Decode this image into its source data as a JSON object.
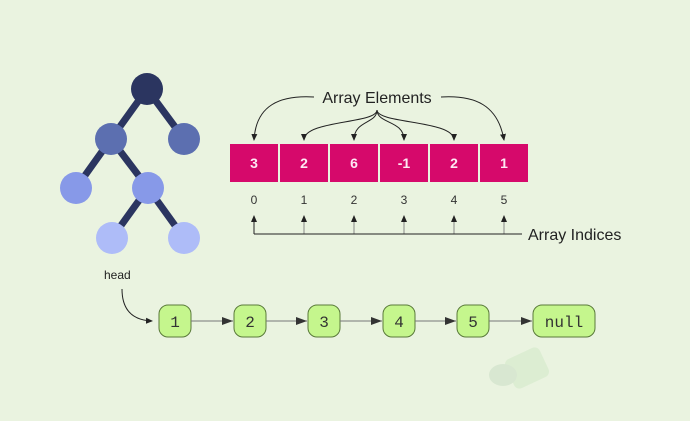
{
  "colors": {
    "background": "#eaf3e0",
    "array_cell": "#d6096b",
    "array_text": "#fde8f3",
    "tree_edge": "#2b3560",
    "tree_root": "#2b3560",
    "tree_level1": "#5c6fb0",
    "tree_level2": "#8799e8",
    "tree_level3": "#aebcf8",
    "list_node": "#c5f68d",
    "list_node_border": "#5a7a3a"
  },
  "tree": {
    "nodes": [
      {
        "id": "root",
        "level": 0
      },
      {
        "id": "l1-left",
        "level": 1
      },
      {
        "id": "l1-right",
        "level": 1
      },
      {
        "id": "l2-left",
        "level": 2
      },
      {
        "id": "l2-right",
        "level": 2
      },
      {
        "id": "l3-left",
        "level": 3
      },
      {
        "id": "l3-right",
        "level": 3
      }
    ],
    "edges": [
      [
        "root",
        "l1-left"
      ],
      [
        "root",
        "l1-right"
      ],
      [
        "l1-left",
        "l2-left"
      ],
      [
        "l1-left",
        "l2-right"
      ],
      [
        "l2-right",
        "l3-left"
      ],
      [
        "l2-right",
        "l3-right"
      ]
    ]
  },
  "array": {
    "elements_label": "Array Elements",
    "indices_label": "Array Indices",
    "values": [
      "3",
      "2",
      "6",
      "-1",
      "2",
      "1"
    ],
    "indices": [
      "0",
      "1",
      "2",
      "3",
      "4",
      "5"
    ]
  },
  "linked_list": {
    "head_label": "head",
    "nodes": [
      "1",
      "2",
      "3",
      "4",
      "5",
      "null"
    ]
  }
}
